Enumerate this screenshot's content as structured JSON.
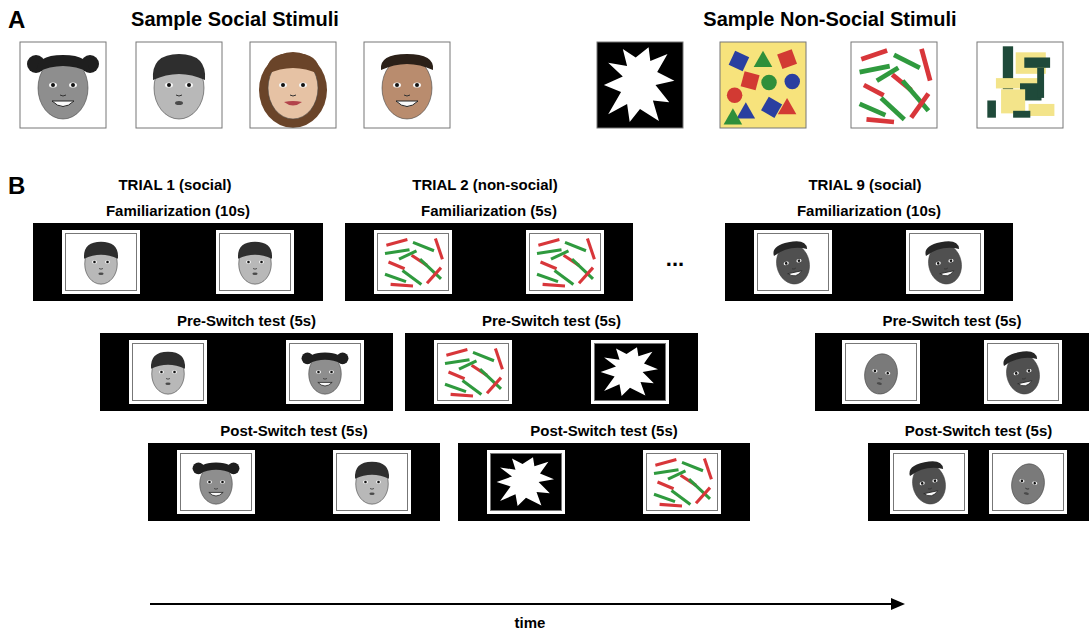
{
  "diagram": {
    "nodes": [
      {
        "text": [
          "Familiarization (10s)"
        ]
      },
      {
        "text": [
          "Pre-Switch test (5s)"
        ]
      },
      {
        "text": [
          "Post-Switch test (5s)"
        ]
      },
      {
        "text": [
          "Familiarization (5s)"
        ]
      },
      {
        "text": [
          "Pre-Switch test (5s)"
        ]
      },
      {
        "text": [
          "Post-Switch test (5s)"
        ]
      },
      {
        "text": [
          "Familiarization (10s)"
        ]
      },
      {
        "text": [
          "Pre-Switch test (5s)"
        ]
      },
      {
        "text": [
          "Post-Switch test (5s)"
        ]
      }
    ],
    "labels": [
      "A",
      "Sample Social Stimuli",
      "Sample Non-Social Stimuli",
      "B",
      "TRIAL 1 (social)",
      "TRIAL 2 (non-social)",
      "...",
      "TRIAL 9 (social)",
      "time"
    ]
  }
}
